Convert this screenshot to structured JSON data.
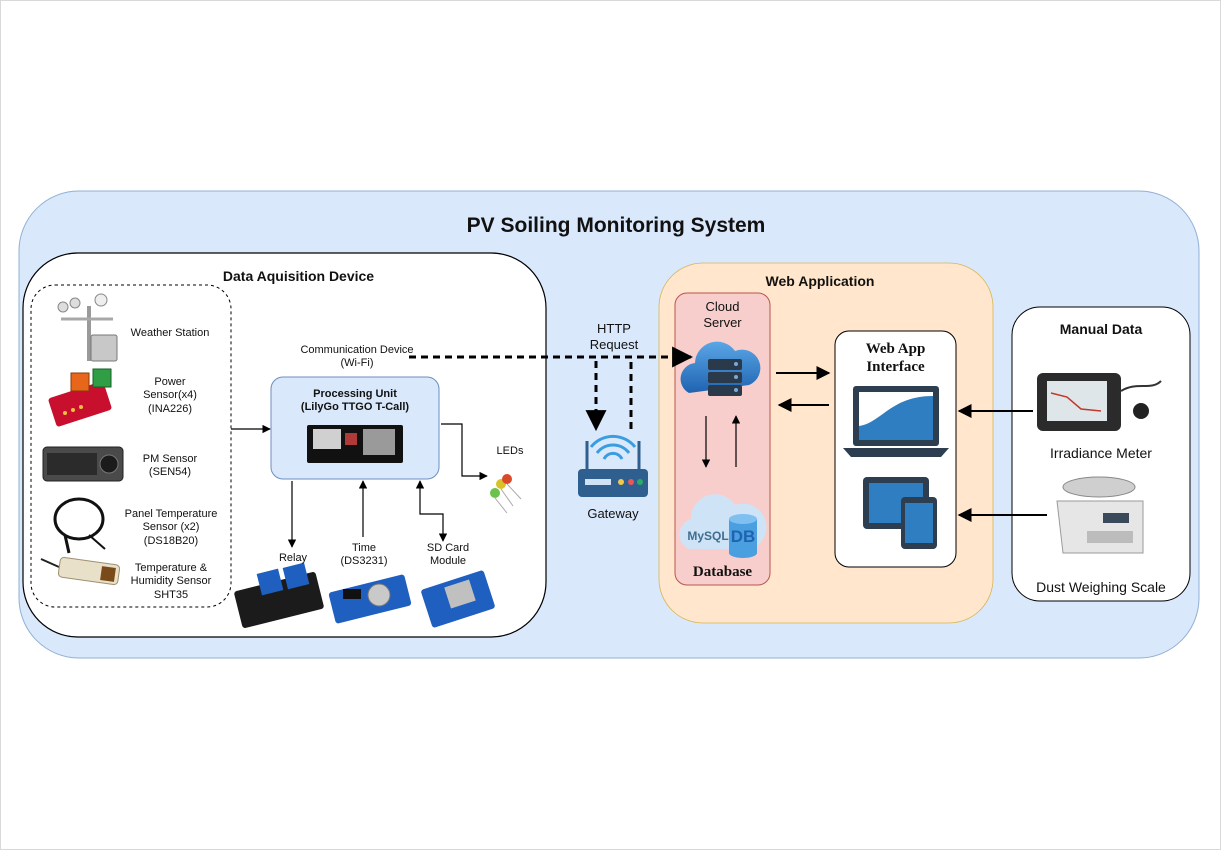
{
  "title": "PV Soiling Monitoring System",
  "daq": {
    "title": "Data Aquisition Device",
    "sensors": [
      {
        "label": "Weather Station",
        "icon": "weather-station-icon"
      },
      {
        "label": "Power\nSensor(x4)\n(INA226)",
        "icon": "power-sensor-icon"
      },
      {
        "label": "PM Sensor\n(SEN54)",
        "icon": "pm-sensor-icon"
      },
      {
        "label": "Panel Temperature\nSensor (x2)\n(DS18B20)",
        "icon": "temperature-probe-icon"
      },
      {
        "label": "Temperature &\nHumidity Sensor\nSHT35",
        "icon": "humidity-sensor-icon"
      }
    ],
    "comm_device": "Communication Device\n(Wi-Fi)",
    "processing_unit": "Processing Unit\n(LilyGo TTGO T-Call)",
    "leds": "LEDs",
    "relay": "Relay",
    "time": "Time\n(DS3231)",
    "sd_card": "SD Card\nModule"
  },
  "network": {
    "http_request": "HTTP\nRequest",
    "gateway": "Gateway"
  },
  "web_app": {
    "title": "Web Application",
    "cloud_server": "Cloud\nServer",
    "database": "Database",
    "mysql_logo": "MySQL",
    "db_logo": "DB",
    "interface": "Web App\nInterface"
  },
  "manual": {
    "title": "Manual Data",
    "irradiance": "Irradiance Meter",
    "scale": "Dust Weighing Scale"
  },
  "colors": {
    "outer_fill": "#dae8fc",
    "web_app_fill": "#ffe6cc",
    "cloud_server_fill": "#f8cecc",
    "processing_fill": "#dae8fc",
    "icon_blue": "#2f7ec1"
  }
}
